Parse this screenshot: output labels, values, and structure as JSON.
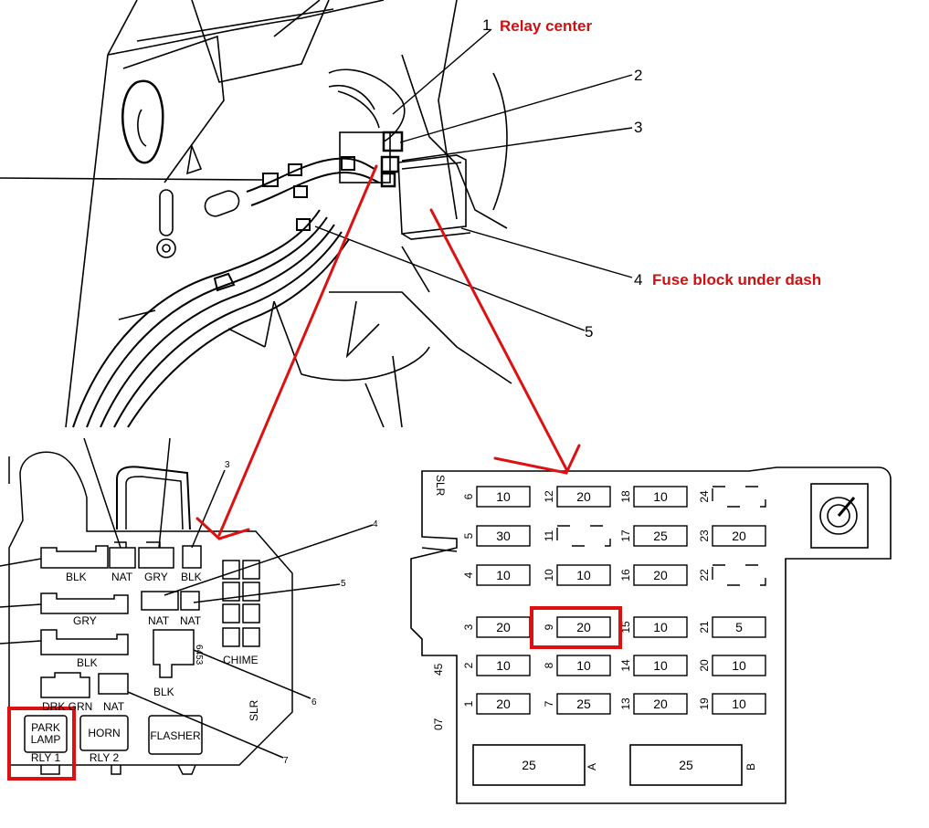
{
  "callouts": [
    {
      "num": "1",
      "label": "Relay center"
    },
    {
      "num": "2",
      "label": ""
    },
    {
      "num": "3",
      "label": ""
    },
    {
      "num": "4",
      "label": "Fuse block under dash"
    },
    {
      "num": "5",
      "label": ""
    }
  ],
  "relay_center": {
    "connector_labels": [
      "BLK",
      "NAT",
      "GRY",
      "BLK",
      "GRY",
      "NAT",
      "NAT",
      "BLK",
      "DRK GRN",
      "NAT",
      "BLK"
    ],
    "callout_numbers": [
      "3",
      "4",
      "5",
      "6",
      "7"
    ],
    "part_number": "6453",
    "chime_label": "CHIME",
    "slr_label": "SLR",
    "relays": [
      {
        "name": "PARK\nLAMP",
        "line1": "PARK",
        "line2": "LAMP",
        "position": "RLY 1",
        "highlighted": true
      },
      {
        "name": "HORN",
        "position": "RLY 2",
        "highlighted": false
      },
      {
        "name": "FLASHER",
        "position": "",
        "highlighted": false
      }
    ]
  },
  "fuse_block": {
    "slr_label": "SLR",
    "side_labels": [
      "45",
      "07"
    ],
    "columns": [
      {
        "fuses": [
          {
            "num": "6",
            "amp": "10"
          },
          {
            "num": "5",
            "amp": "30"
          },
          {
            "num": "4",
            "amp": "10"
          },
          {
            "num": "3",
            "amp": "20"
          },
          {
            "num": "2",
            "amp": "10"
          },
          {
            "num": "1",
            "amp": "20"
          }
        ]
      },
      {
        "fuses": [
          {
            "num": "12",
            "amp": "20"
          },
          {
            "num": "11",
            "amp": ""
          },
          {
            "num": "10",
            "amp": "10"
          },
          {
            "num": "9",
            "amp": "20",
            "highlighted": true
          },
          {
            "num": "8",
            "amp": "10"
          },
          {
            "num": "7",
            "amp": "25"
          }
        ]
      },
      {
        "fuses": [
          {
            "num": "18",
            "amp": "10"
          },
          {
            "num": "17",
            "amp": "25"
          },
          {
            "num": "16",
            "amp": "20"
          },
          {
            "num": "15",
            "amp": "10"
          },
          {
            "num": "14",
            "amp": "10"
          },
          {
            "num": "13",
            "amp": "20"
          }
        ]
      },
      {
        "fuses": [
          {
            "num": "24",
            "amp": ""
          },
          {
            "num": "23",
            "amp": "20"
          },
          {
            "num": "22",
            "amp": ""
          },
          {
            "num": "21",
            "amp": "5"
          },
          {
            "num": "20",
            "amp": "10"
          },
          {
            "num": "19",
            "amp": "10"
          }
        ]
      }
    ],
    "maxi_fuses": [
      {
        "amp": "25",
        "label": "A"
      },
      {
        "amp": "25",
        "label": "B"
      }
    ]
  },
  "colors": {
    "annotation_red": "#cc1111",
    "line": "#000000"
  }
}
